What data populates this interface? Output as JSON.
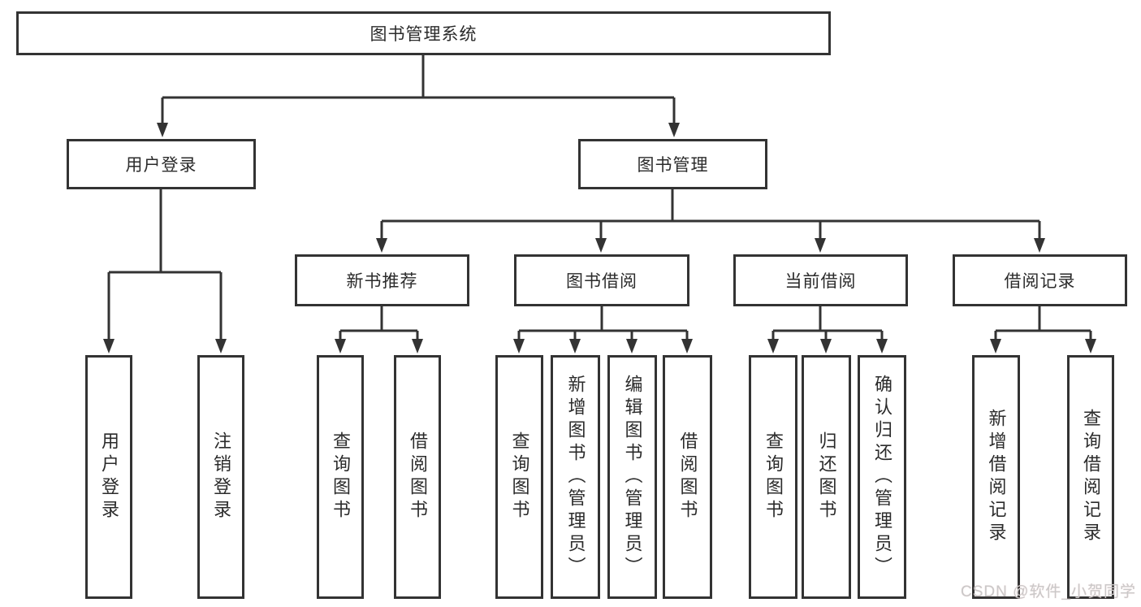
{
  "colors": {
    "line": "#333333",
    "box_border": "#333333",
    "box_background": "#ffffff",
    "text": "#2b2b2b",
    "watermark": "#c9c9c9"
  },
  "watermark": {
    "text": "CSDN @软件_小贺同学"
  },
  "tree": {
    "root": {
      "label": "图书管理系统",
      "children": [
        "user_login",
        "book_mgmt"
      ]
    },
    "nodes": {
      "user_login": {
        "label": "用户登录",
        "children": [
          "leaf_user_login",
          "leaf_logout"
        ]
      },
      "book_mgmt": {
        "label": "图书管理",
        "children": [
          "new_book_rec",
          "book_borrow",
          "current_borrow",
          "borrow_records"
        ]
      },
      "new_book_rec": {
        "label": "新书推荐",
        "children": [
          "leaf_query_book_1",
          "leaf_borrow_book_1"
        ]
      },
      "book_borrow": {
        "label": "图书借阅",
        "children": [
          "leaf_query_book_2",
          "leaf_add_book",
          "leaf_edit_book",
          "leaf_borrow_book_2"
        ]
      },
      "current_borrow": {
        "label": "当前借阅",
        "children": [
          "leaf_query_book_3",
          "leaf_return_book",
          "leaf_confirm_return"
        ]
      },
      "borrow_records": {
        "label": "借阅记录",
        "children": [
          "leaf_add_borrow_record",
          "leaf_query_borrow_record"
        ]
      },
      "leaf_user_login": {
        "label": "用户登录"
      },
      "leaf_logout": {
        "label": "注销登录"
      },
      "leaf_query_book_1": {
        "label": "查询图书"
      },
      "leaf_borrow_book_1": {
        "label": "借阅图书"
      },
      "leaf_query_book_2": {
        "label": "查询图书"
      },
      "leaf_add_book": {
        "label": "新增图书（管理员）"
      },
      "leaf_edit_book": {
        "label": "编辑图书（管理员）"
      },
      "leaf_borrow_book_2": {
        "label": "借阅图书"
      },
      "leaf_query_book_3": {
        "label": "查询图书"
      },
      "leaf_return_book": {
        "label": "归还图书"
      },
      "leaf_confirm_return": {
        "label": "确认归还（管理员）"
      },
      "leaf_add_borrow_record": {
        "label": "新增借阅记录"
      },
      "leaf_query_borrow_record": {
        "label": "查询借阅记录"
      }
    }
  }
}
